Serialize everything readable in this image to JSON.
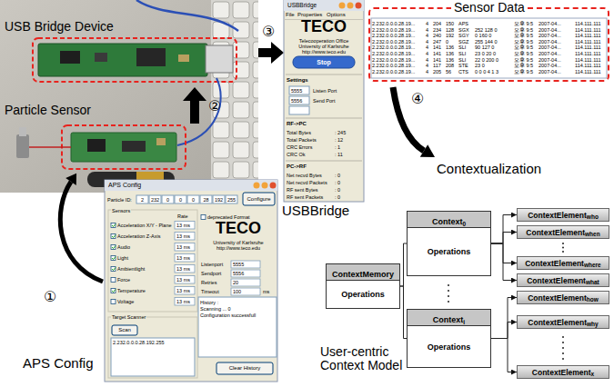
{
  "diagram": {
    "nodes": [
      {
        "text": [
          "APS Config"
        ]
      },
      {
        "text": [
          "USBBridge"
        ]
      },
      {
        "text": [
          "Sensor Data"
        ]
      },
      {
        "text": [
          "ContextMemory",
          "Operations"
        ]
      },
      {
        "text": [
          "Context",
          "0",
          "Operations"
        ]
      },
      {
        "text": [
          "Context",
          "i",
          "Operations"
        ]
      },
      {
        "text": [
          "ContextElement",
          "who"
        ]
      },
      {
        "text": [
          "ContextElement",
          "when"
        ]
      },
      {
        "text": [
          "ContextElement",
          "where"
        ]
      },
      {
        "text": [
          "ContextElement",
          "what"
        ]
      },
      {
        "text": [
          "ContextElement",
          "how"
        ]
      },
      {
        "text": [
          "ContextElement",
          "why"
        ]
      },
      {
        "text": [
          "ContextElement",
          "x"
        ]
      }
    ],
    "edges": [
      {
        "from": 3,
        "to": 4,
        "arrow": "none"
      },
      {
        "from": 3,
        "to": 5,
        "arrow": "none"
      },
      {
        "from": 4,
        "to": 6,
        "arrow": "to"
      },
      {
        "from": 4,
        "to": 7,
        "arrow": "to"
      },
      {
        "from": 4,
        "to": 8,
        "arrow": "to"
      },
      {
        "from": 4,
        "to": 9,
        "arrow": "to"
      },
      {
        "from": 5,
        "to": 10,
        "arrow": "to"
      },
      {
        "from": 5,
        "to": 11,
        "arrow": "to"
      },
      {
        "from": 5,
        "to": 12,
        "arrow": "to"
      }
    ],
    "labels": [
      "USB Bridge Device",
      "Particle Sensor",
      "①",
      "②",
      "③",
      "④",
      "File",
      "Properties",
      "Options",
      "TECO",
      "Telecooperation Office",
      "University of Karlsruhe",
      "http://www.teco.edu",
      "Stop",
      "Settings",
      "5555",
      "Listen Port",
      "5556",
      "Send Port",
      "RF->PC",
      "Total Bytes",
      ": 245",
      "Total Packets",
      ": 12",
      "CRC Errors",
      ": 1",
      "CRC Ok",
      ": 11",
      "PC->RF",
      "Net recvd Bytes",
      ": 0",
      "Net recvd Packets",
      ": 0",
      "RF sent Bytes",
      ": 0",
      "RF sent Packets",
      ": 0",
      "USBBridge",
      "2.232.0.0.0.28.19...",
      "4",
      "204",
      "150",
      "APS",
      "오후 9:5",
      "2007-04...",
      "114.111.111",
      "2.232.0.0.0.28.19...",
      "4",
      "234",
      "128",
      "SGX",
      "252 128 0",
      "오후 9:5",
      "2007-04...",
      "114.111.111",
      "2.232.0.0.0.28.19...",
      "4",
      "240",
      "192",
      "SGY",
      "0 160 0",
      "오후 9:5",
      "2007-04...",
      "114.111.111",
      "2.232.0.0.0.28.19...",
      "4",
      "247",
      "0",
      "SGZ",
      "255 144 0",
      "오후 9:5",
      "2007-04...",
      "114.111.111",
      "2.232.0.0.0.28.19...",
      "4",
      "141",
      "136",
      "SLI",
      "90 127 0",
      "오후 9:5",
      "2007-04...",
      "114.111.111",
      "2.232.0.0.0.28.19...",
      "4",
      "141",
      "136",
      "SLI",
      "23 0 20 0",
      "오후 9:5",
      "2007-04...",
      "114.111.111",
      "2.232.0.0.0.28.19...",
      "4",
      "141",
      "136",
      "SLI",
      "22 0 200 0",
      "오후 9:5",
      "2007-04...",
      "114.111.111",
      "2.232.0.0.0.28.19...",
      "4",
      "117",
      "208",
      "STE",
      "23 0",
      "오후 9:5",
      "2007-04...",
      "114.111.111",
      "2.232.0.0.0.28.19...",
      "4",
      "205",
      "56",
      "CTS",
      "0 0 0 4 1 3",
      "오후 9:5",
      "2007-04...",
      "114.111.111",
      "Particle ID:",
      "2",
      "232",
      "0",
      "0",
      "0",
      "28",
      "192",
      "255",
      "Configure",
      "Sensors",
      "Rate",
      "Acceleration X/Y - Plane",
      "13 ms",
      "Acceleration Z-Axis",
      "13 ms",
      "Audio",
      "13 ms",
      "Light",
      "13 ms",
      "Ambientlight",
      "13 ms",
      "Force",
      "13 ms",
      "Temperature",
      "13 ms",
      "Voltage",
      "13 ms",
      "deprecated Format",
      "TECO",
      "University of Karlsruhe",
      "http://www.teco.edu",
      "Listenport",
      "5555",
      "Sendport",
      "5556",
      "Retries",
      "20",
      "Timeout",
      "100",
      "ms",
      "History :",
      "Scanning ... 0",
      "Configuration successfull",
      "Target Scanner",
      "Scan",
      "2.232.0.0.0.28.192.255",
      "Clear History",
      "APS Config",
      "Contextualization",
      "User-centric Context Model"
    ]
  }
}
